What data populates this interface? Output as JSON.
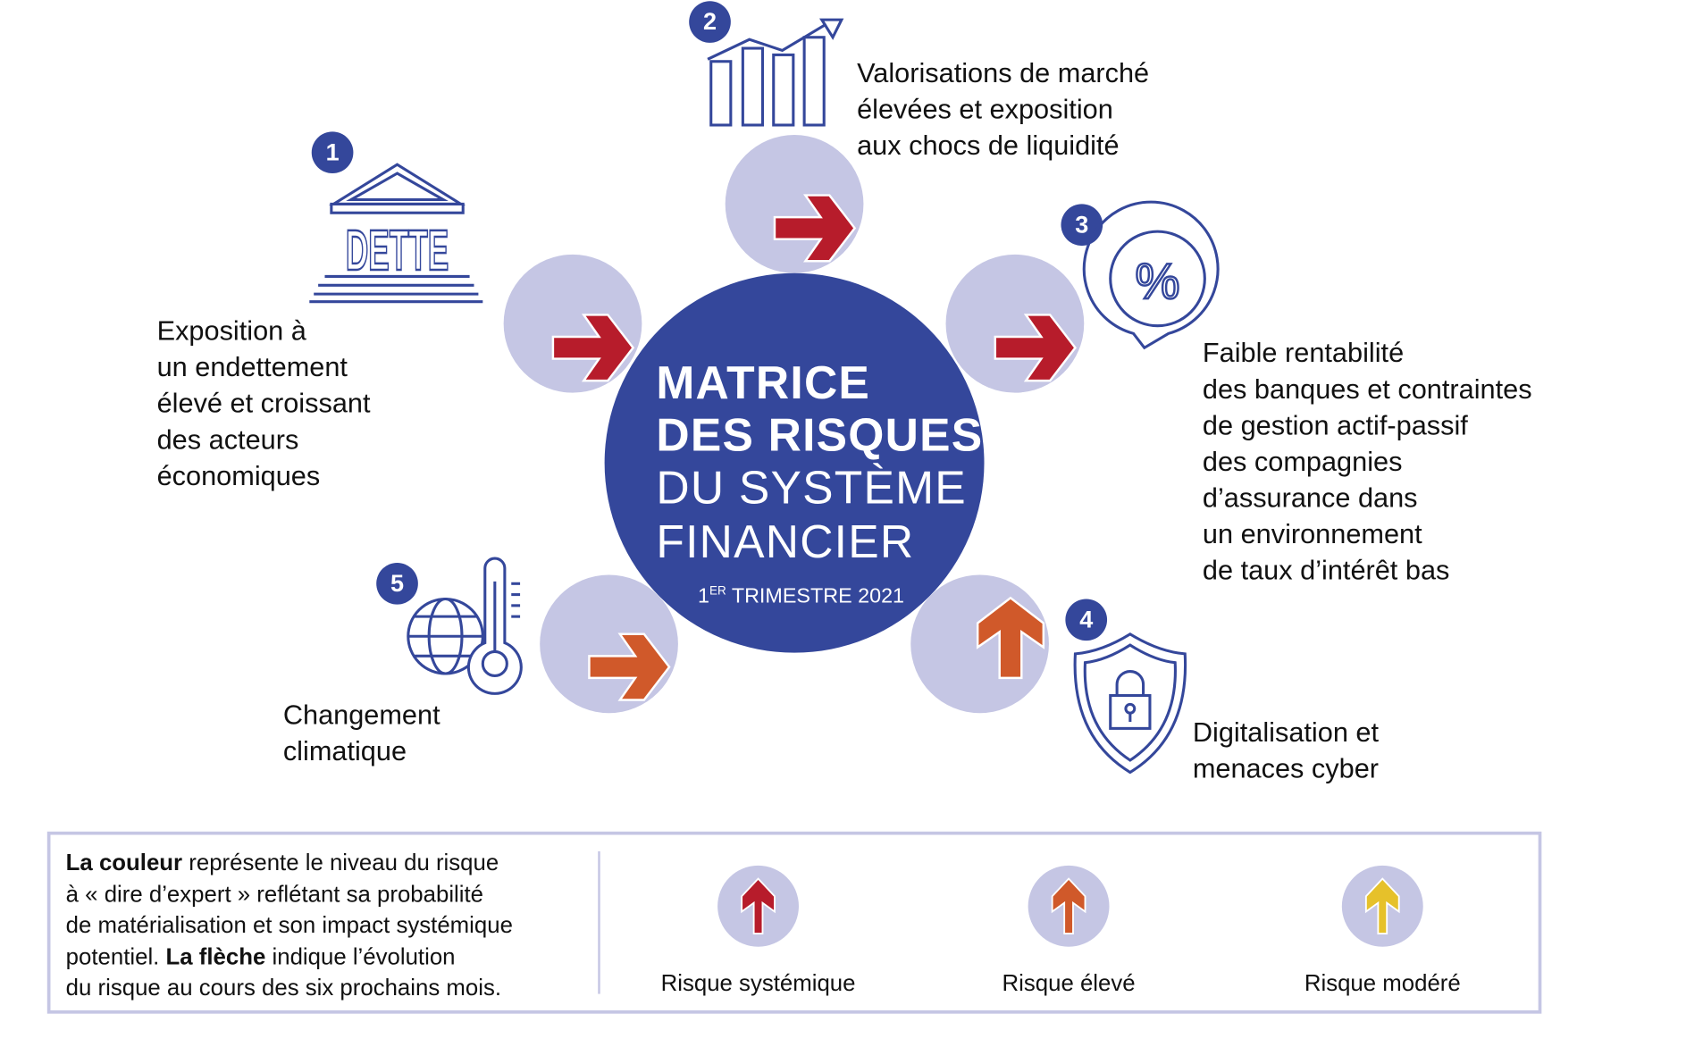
{
  "center": {
    "line1": "MATRICE",
    "line2": "DES RISQUES",
    "line3": "DU SYSTÈME",
    "line4": "FINANCIER",
    "period_num": "1",
    "period_sup": "ER",
    "period_rest": "TRIMESTRE 2021"
  },
  "risks": [
    {
      "number": "1",
      "icon": "debt-building-icon",
      "icon_text": "DETTE",
      "lines": [
        "Exposition à",
        "un endettement",
        "élevé et croissant",
        "des acteurs",
        "économiques"
      ],
      "level": "systemic",
      "trend": "stable"
    },
    {
      "number": "2",
      "icon": "rising-bar-chart-icon",
      "lines": [
        "Valorisations de marché",
        "élevées et exposition",
        "aux chocs de liquidité"
      ],
      "level": "systemic",
      "trend": "stable"
    },
    {
      "number": "3",
      "icon": "percent-pin-icon",
      "lines": [
        "Faible rentabilité",
        "des banques et contraintes",
        "de gestion actif-passif",
        "des compagnies",
        "d’assurance dans",
        "un environnement",
        "de taux d’intérêt bas"
      ],
      "level": "systemic",
      "trend": "stable"
    },
    {
      "number": "4",
      "icon": "shield-lock-icon",
      "lines": [
        "Digitalisation et",
        "menaces cyber"
      ],
      "level": "high",
      "trend": "up"
    },
    {
      "number": "5",
      "icon": "globe-thermometer-icon",
      "lines": [
        "Changement",
        "climatique"
      ],
      "level": "high",
      "trend": "stable"
    }
  ],
  "legend": {
    "lines": [
      {
        "bold": "La couleur",
        "rest": " représente le niveau du risque"
      },
      {
        "bold": "",
        "rest": "à « dire d’expert » reflétant sa probabilité"
      },
      {
        "bold": "",
        "rest": "de matérialisation et son impact systémique"
      },
      {
        "pre": "potentiel. ",
        "bold": "La flèche",
        "rest": " indique l’évolution"
      },
      {
        "bold": "",
        "rest": "du risque au cours des six prochains mois."
      }
    ],
    "items": [
      {
        "label": "Risque systémique",
        "color": "#b71c2b"
      },
      {
        "label": "Risque élevé",
        "color": "#d0592a"
      },
      {
        "label": "Risque modéré",
        "color": "#e6c12a"
      }
    ]
  },
  "colors": {
    "blue": "#34479b",
    "light": "#c5c6e4",
    "systemic": "#b71c2b",
    "high": "#d0592a",
    "moderate": "#e6c12a"
  }
}
